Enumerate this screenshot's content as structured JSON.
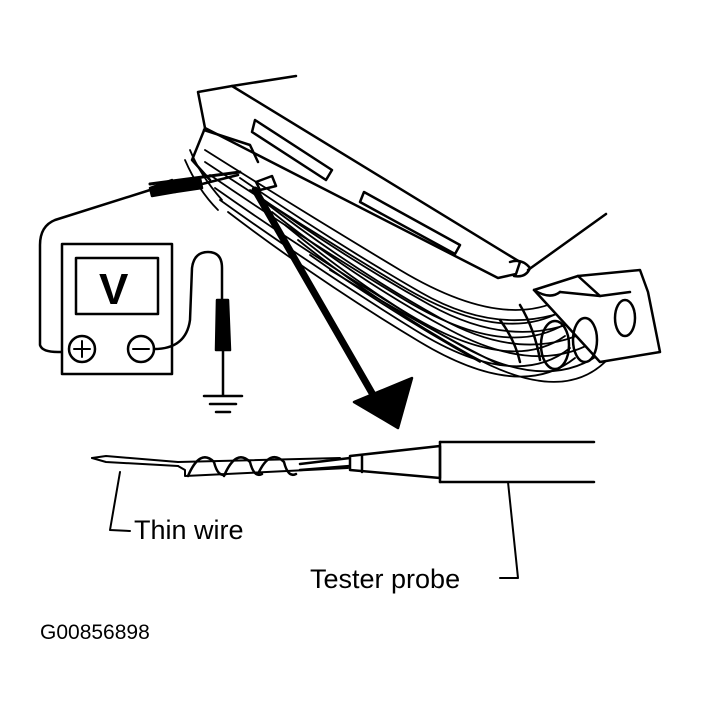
{
  "voltmeter": {
    "display_letter": "V"
  },
  "callouts": {
    "thin_wire": "Thin wire",
    "tester_probe": "Tester probe"
  },
  "figure_id": "G00856898",
  "colors": {
    "ink": "#000000",
    "paper": "#ffffff"
  }
}
